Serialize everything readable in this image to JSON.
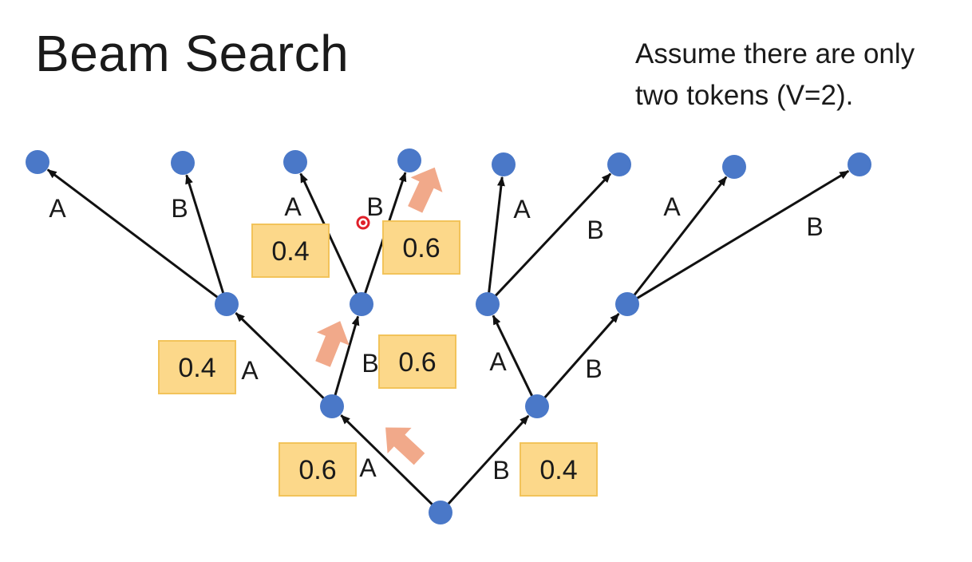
{
  "slide": {
    "title": "Beam Search",
    "note_lines": [
      "Assume there are only",
      "two tokens (V=2)."
    ]
  },
  "colors": {
    "node": "#4a78c8",
    "edge": "#111111",
    "prob_box_fill": "#fcd88a",
    "prob_box_stroke": "#f2c35a",
    "beam_arrow": "#f0a07d",
    "pointer": "#e0202a"
  },
  "tree": {
    "level1": [
      {
        "token": "A",
        "prob": "0.6"
      },
      {
        "token": "B",
        "prob": "0.4"
      }
    ],
    "level2": [
      {
        "token": "A",
        "prob": "0.4"
      },
      {
        "token": "B",
        "prob": "0.6"
      },
      {
        "token": "A"
      },
      {
        "token": "B"
      }
    ],
    "level3": [
      {
        "token": "A"
      },
      {
        "token": "B"
      },
      {
        "token": "A",
        "prob": "0.4"
      },
      {
        "token": "B",
        "prob": "0.6"
      },
      {
        "token": "A"
      },
      {
        "token": "B"
      },
      {
        "token": "A"
      },
      {
        "token": "B"
      }
    ]
  }
}
